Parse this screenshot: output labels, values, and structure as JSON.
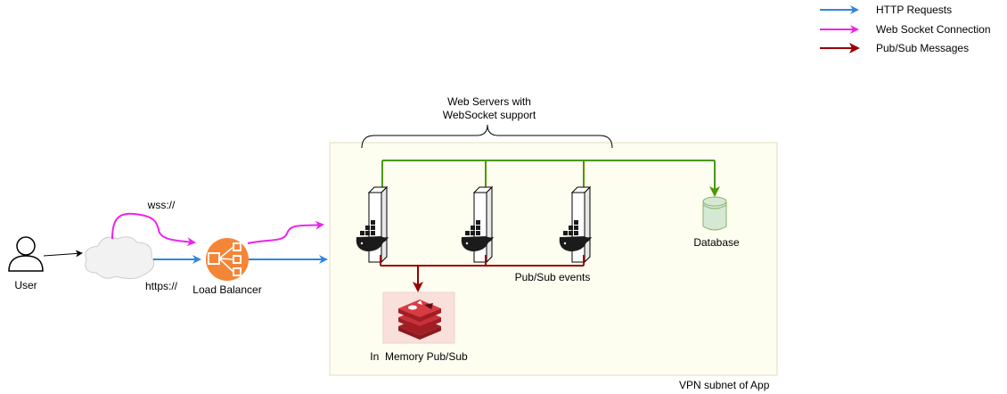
{
  "legend": {
    "items": [
      {
        "label": "HTTP Requests",
        "color": "#2f86e0"
      },
      {
        "label": "Web Socket Connection",
        "color": "#ee22ee"
      },
      {
        "label": "Pub/Sub Messages",
        "color": "#990000"
      }
    ]
  },
  "nodes": {
    "user": {
      "label": "User",
      "icon": "user-icon"
    },
    "cloud": {
      "icon": "cloud-icon"
    },
    "load_balancer": {
      "label": "Load Balancer",
      "icon": "load-balancer-icon"
    },
    "web_servers_group": {
      "label_line1": "Web Servers with",
      "label_line2": "WebSocket support"
    },
    "database": {
      "label": "Database",
      "icon": "database-icon"
    },
    "pubsub": {
      "label": "In  Memory Pub/Sub",
      "icon": "redis-icon"
    },
    "server_icon": "docker-server-icon"
  },
  "edges": {
    "wss_label": "wss://",
    "https_label": "https://",
    "pubsub_events_label": "Pub/Sub events"
  },
  "container": {
    "label": "VPN subnet of App"
  },
  "colors": {
    "http": "#2f86e0",
    "websocket": "#ee22ee",
    "pubsub": "#990000",
    "db_link": "#4d9900",
    "container_fill": "#fdfdf0",
    "container_border": "#e3dfc0",
    "lb_orange": "#f58536",
    "redis_red": "#c8313a",
    "database_fill": "#d5e8d4",
    "database_stroke": "#82b366",
    "docker_blue": "#1b1b1b"
  }
}
